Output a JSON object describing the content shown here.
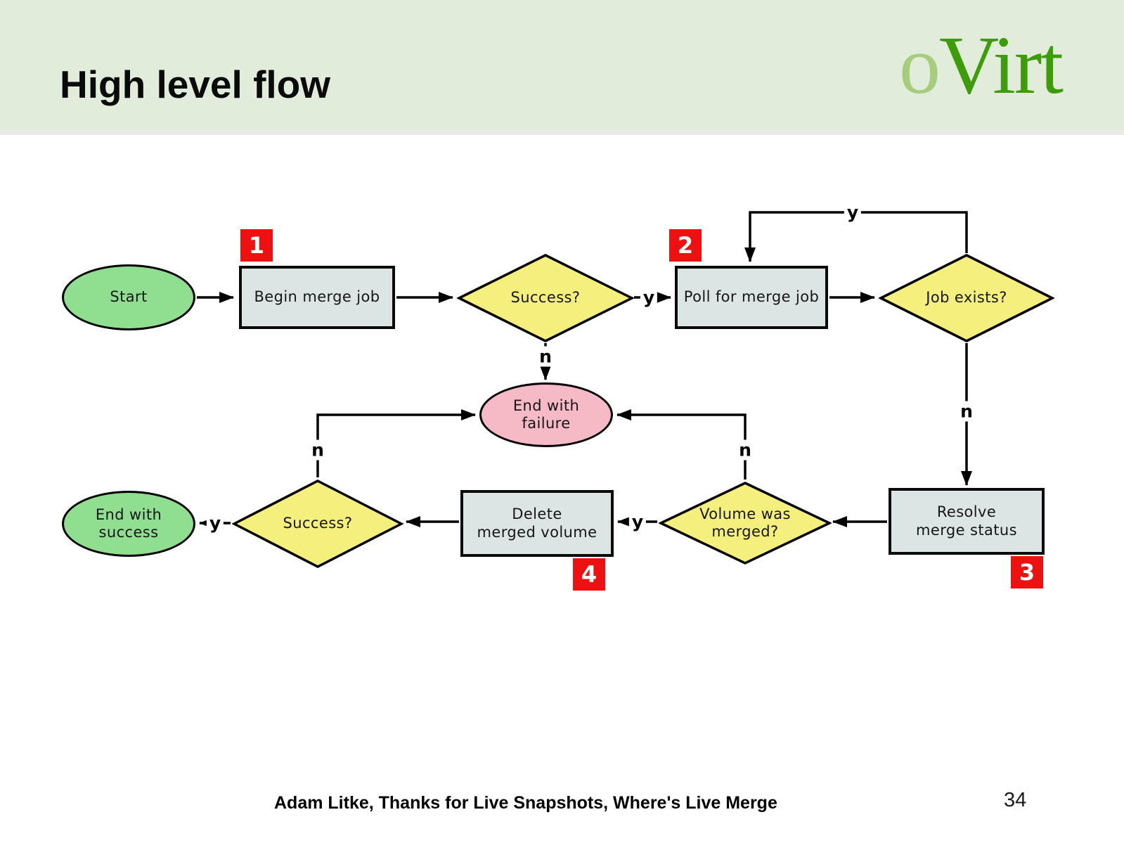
{
  "slide": {
    "title": "High level flow",
    "logo": {
      "part1": "o",
      "part2": "Virt"
    },
    "footer": "Adam Litke, Thanks for Live Snapshots, Where's Live Merge",
    "page_number": "34"
  },
  "colors": {
    "header_bg": "#e1ecdb",
    "terminator_green": "#90df90",
    "terminator_pink": "#f6bac6",
    "decision_yellow": "#f5f07d",
    "process_gray": "#dce5e4",
    "badge_red": "#ee1111",
    "logo_light_green": "#a6cd7d",
    "logo_dark_green": "#3e9c0a"
  },
  "flowchart": {
    "nodes": [
      {
        "id": "start",
        "type": "terminator",
        "label": "Start"
      },
      {
        "id": "begin_merge_job",
        "type": "process",
        "label": "Begin merge job",
        "step": "1"
      },
      {
        "id": "success_top",
        "type": "decision",
        "label": "Success?"
      },
      {
        "id": "poll_for_merge_job",
        "type": "process",
        "label": "Poll for merge job",
        "step": "2"
      },
      {
        "id": "job_exists",
        "type": "decision",
        "label": "Job exists?"
      },
      {
        "id": "end_with_failure",
        "type": "terminator",
        "label": "End with\nfailure"
      },
      {
        "id": "resolve_merge_status",
        "type": "process",
        "label": "Resolve\nmerge status",
        "step": "3"
      },
      {
        "id": "volume_was_merged",
        "type": "decision",
        "label": "Volume was\nmerged?"
      },
      {
        "id": "delete_merged_volume",
        "type": "process",
        "label": "Delete\nmerged volume",
        "step": "4"
      },
      {
        "id": "success_bottom",
        "type": "decision",
        "label": "Success?"
      },
      {
        "id": "end_with_success",
        "type": "terminator",
        "label": "End with\nsuccess"
      }
    ],
    "edge_labels": {
      "success_top_yes": "y",
      "success_top_no": "n",
      "job_exists_yes": "y",
      "job_exists_no": "n",
      "volume_merged_yes": "y",
      "volume_merged_no": "n",
      "success_bottom_yes": "y",
      "success_bottom_no": "n"
    }
  }
}
